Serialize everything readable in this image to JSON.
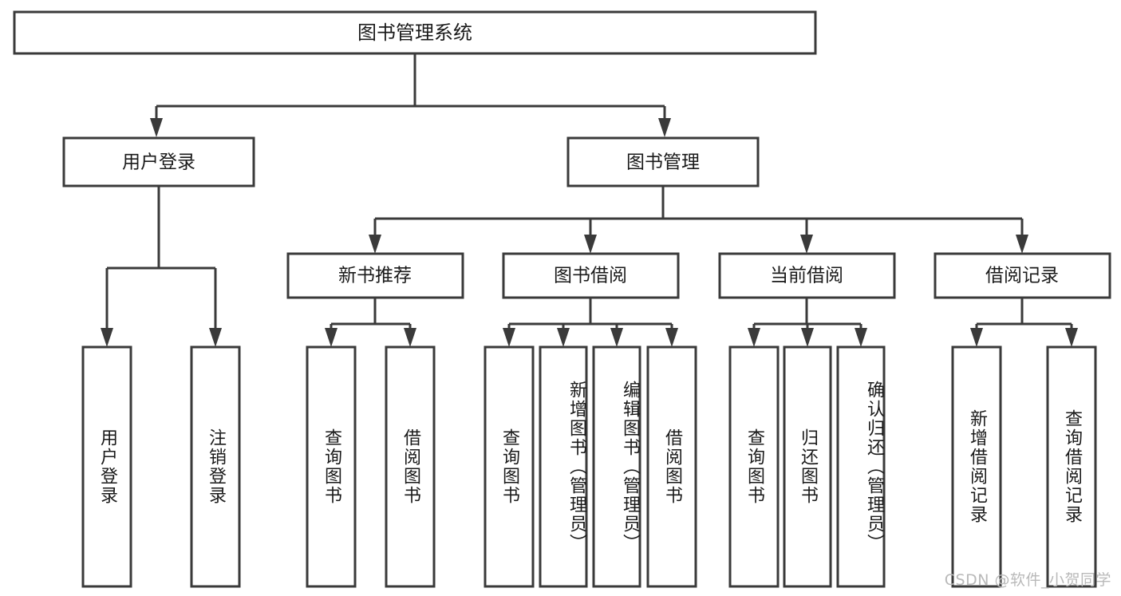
{
  "diagram": {
    "title": "图书管理系统",
    "type": "tree-hierarchy",
    "root": {
      "label": "图书管理系统"
    },
    "level1": [
      {
        "label": "用户登录"
      },
      {
        "label": "图书管理"
      }
    ],
    "level2": [
      {
        "label": "新书推荐"
      },
      {
        "label": "图书借阅"
      },
      {
        "label": "当前借阅"
      },
      {
        "label": "借阅记录"
      }
    ],
    "leaves": [
      {
        "label": "用户登录",
        "parent": "用户登录"
      },
      {
        "label": "注销登录",
        "parent": "用户登录"
      },
      {
        "label": "查询图书",
        "parent": "新书推荐"
      },
      {
        "label": "借阅图书",
        "parent": "新书推荐"
      },
      {
        "label": "查询图书",
        "parent": "图书借阅"
      },
      {
        "label": "新增图书（管理员）",
        "parent": "图书借阅"
      },
      {
        "label": "编辑图书（管理员）",
        "parent": "图书借阅"
      },
      {
        "label": "借阅图书",
        "parent": "图书借阅"
      },
      {
        "label": "查询图书",
        "parent": "当前借阅"
      },
      {
        "label": "归还图书",
        "parent": "当前借阅"
      },
      {
        "label": "确认归还（管理员）",
        "parent": "当前借阅"
      },
      {
        "label": "新增借阅记录",
        "parent": "借阅记录"
      },
      {
        "label": "查询借阅记录",
        "parent": "借阅记录"
      }
    ]
  },
  "watermark": {
    "text": "CSDN @软件_小贺同学"
  },
  "colors": {
    "stroke": "#3a3a3a",
    "box_fill": "#ffffff",
    "text": "#1a1a1a",
    "background": "#ffffff",
    "watermark": "#b9b9b9"
  }
}
